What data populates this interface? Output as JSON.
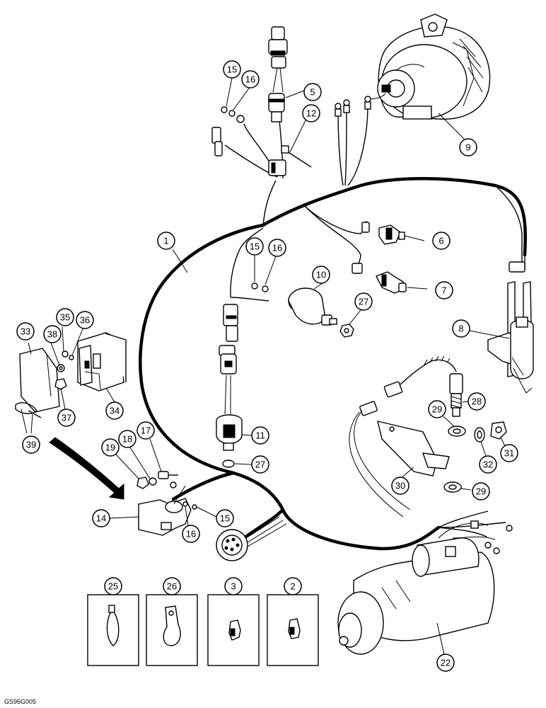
{
  "figure_code": "GS96G005",
  "callouts": {
    "c1": "1",
    "c2": "2",
    "c3": "3",
    "c5": "5",
    "c6": "6",
    "c7": "7",
    "c8": "8",
    "c9": "9",
    "c10": "10",
    "c11": "11",
    "c12": "12",
    "c14": "14",
    "c15a": "15",
    "c15b": "15",
    "c15c": "15",
    "c16a": "16",
    "c16b": "16",
    "c16c": "16",
    "c17": "17",
    "c18": "18",
    "c19": "19",
    "c22": "22",
    "c25": "25",
    "c26": "26",
    "c27a": "27",
    "c27b": "27",
    "c28": "28",
    "c29a": "29",
    "c29b": "29",
    "c30": "30",
    "c31": "31",
    "c32": "32",
    "c33": "33",
    "c34": "34",
    "c35": "35",
    "c36": "36",
    "c37": "37",
    "c38": "38",
    "c39": "39"
  }
}
